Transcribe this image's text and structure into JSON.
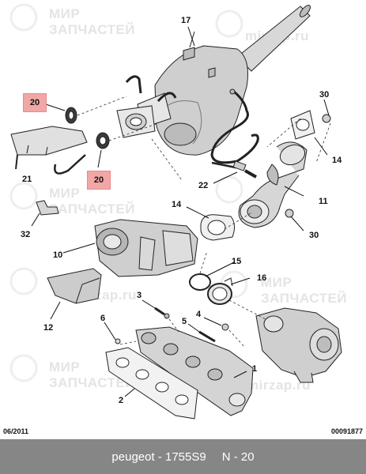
{
  "watermark": {
    "brand_line1": "МИР",
    "brand_line2": "ЗАПЧАСТЕЙ",
    "domain": "mirzap.ru"
  },
  "callouts": {
    "c17": "17",
    "c20a": "20",
    "c20b": "20",
    "c30a": "30",
    "c14a": "14",
    "c21": "21",
    "c22": "22",
    "c11": "11",
    "c14b": "14",
    "c32": "32",
    "c30b": "30",
    "c10": "10",
    "c15": "15",
    "c16": "16",
    "c12": "12",
    "c3": "3",
    "c6": "6",
    "c5": "5",
    "c4": "4",
    "c1": "1",
    "c2": "2"
  },
  "footer": {
    "date": "06/2011",
    "code": "00091877"
  },
  "bottom_bar": {
    "brand_ref": "peugeot - 1755S9",
    "position": "N - 20"
  }
}
